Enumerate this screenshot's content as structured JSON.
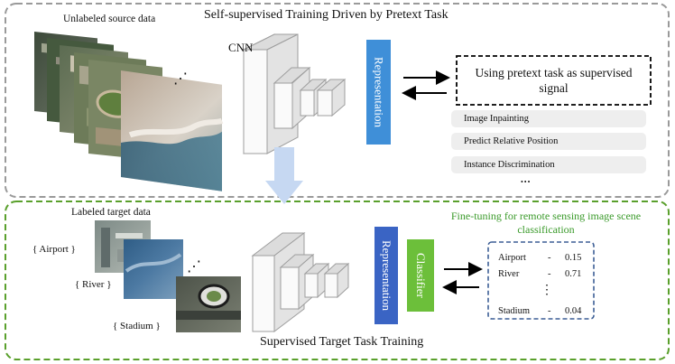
{
  "top": {
    "title": "Self-supervised Training Driven by Pretext Task",
    "source_label": "Unlabeled source data",
    "ellipsis": "⋰",
    "cnn_label": "CNN",
    "representation": "Representation",
    "signal_box": "Using pretext task as supervised signal",
    "tasks": [
      "Image Inpainting",
      "Predict Relative Position",
      "Instance Discrimination"
    ],
    "more": "•••"
  },
  "bottom": {
    "title": "Supervised Target Task Training",
    "target_label": "Labeled target data",
    "ellipsis": "⋰",
    "classes": [
      "{ Airport }",
      "{ River }",
      "{ Stadium }"
    ],
    "representation": "Representation",
    "classifier": "Classifier",
    "finetune_label": "Fine-tuning for remote sensing image scene classification",
    "results": [
      {
        "label": "Airport",
        "dash": "-",
        "value": "0.15"
      },
      {
        "label": "River",
        "dash": "-",
        "value": "0.71"
      },
      {
        "label": "Stadium",
        "dash": "-",
        "value": "0.04"
      }
    ],
    "results_ellipsis": "⋮"
  },
  "colors": {
    "top_border": "#9a9a9a",
    "bottom_border": "#5aa02c",
    "representation_top": "#3f8fd8",
    "representation_bottom": "#3a64c4",
    "classifier": "#6cbf3a",
    "finetune_text": "#3a9a2a",
    "down_arrow": "#c6d8f2"
  }
}
